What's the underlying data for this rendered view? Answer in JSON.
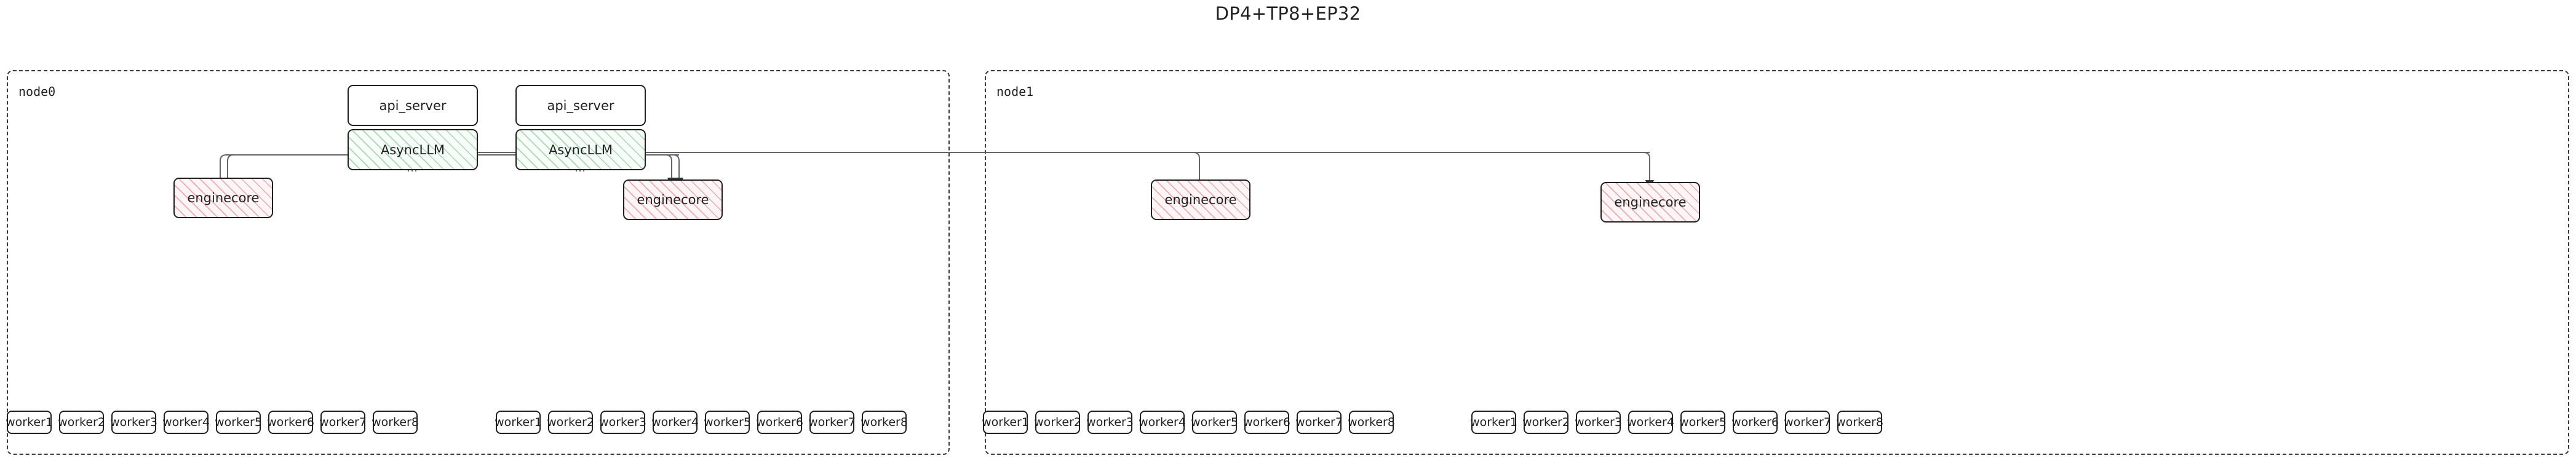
{
  "title": "DP4+TP8+EP32",
  "clusters": [
    {
      "id": "node0",
      "label": "node0"
    },
    {
      "id": "node1",
      "label": "node1"
    }
  ],
  "nodes": {
    "api_server": "api_server",
    "async_llm": "AsyncLLM",
    "enginecore": "enginecore"
  },
  "servers": [
    {
      "api_label": "api_server",
      "async_label": "AsyncLLM"
    },
    {
      "api_label": "api_server",
      "async_label": "AsyncLLM"
    }
  ],
  "enginecores": [
    {
      "label": "enginecore",
      "cluster": "node0"
    },
    {
      "label": "enginecore",
      "cluster": "node0"
    },
    {
      "label": "enginecore",
      "cluster": "node1"
    },
    {
      "label": "enginecore",
      "cluster": "node1"
    }
  ],
  "worker_groups": [
    {
      "cluster": "node0",
      "workers": [
        "worker1",
        "worker2",
        "worker3",
        "worker4",
        "worker5",
        "worker6",
        "worker7",
        "worker8"
      ]
    },
    {
      "cluster": "node0",
      "workers": [
        "worker1",
        "worker2",
        "worker3",
        "worker4",
        "worker5",
        "worker6",
        "worker7",
        "worker8"
      ]
    },
    {
      "cluster": "node1",
      "workers": [
        "worker1",
        "worker2",
        "worker3",
        "worker4",
        "worker5",
        "worker6",
        "worker7",
        "worker8"
      ]
    },
    {
      "cluster": "node1",
      "workers": [
        "worker1",
        "worker2",
        "worker3",
        "worker4",
        "worker5",
        "worker6",
        "worker7",
        "worker8"
      ]
    }
  ],
  "colors": {
    "async_fill": "#f7fdf8",
    "async_hatch": "#60be6e",
    "engine_fill": "#fdf5f6",
    "engine_hatch": "#e27882",
    "node_stroke": "#1f2020",
    "edge_stroke": "#62666a",
    "cluster_stroke": "#3a3a3a"
  }
}
